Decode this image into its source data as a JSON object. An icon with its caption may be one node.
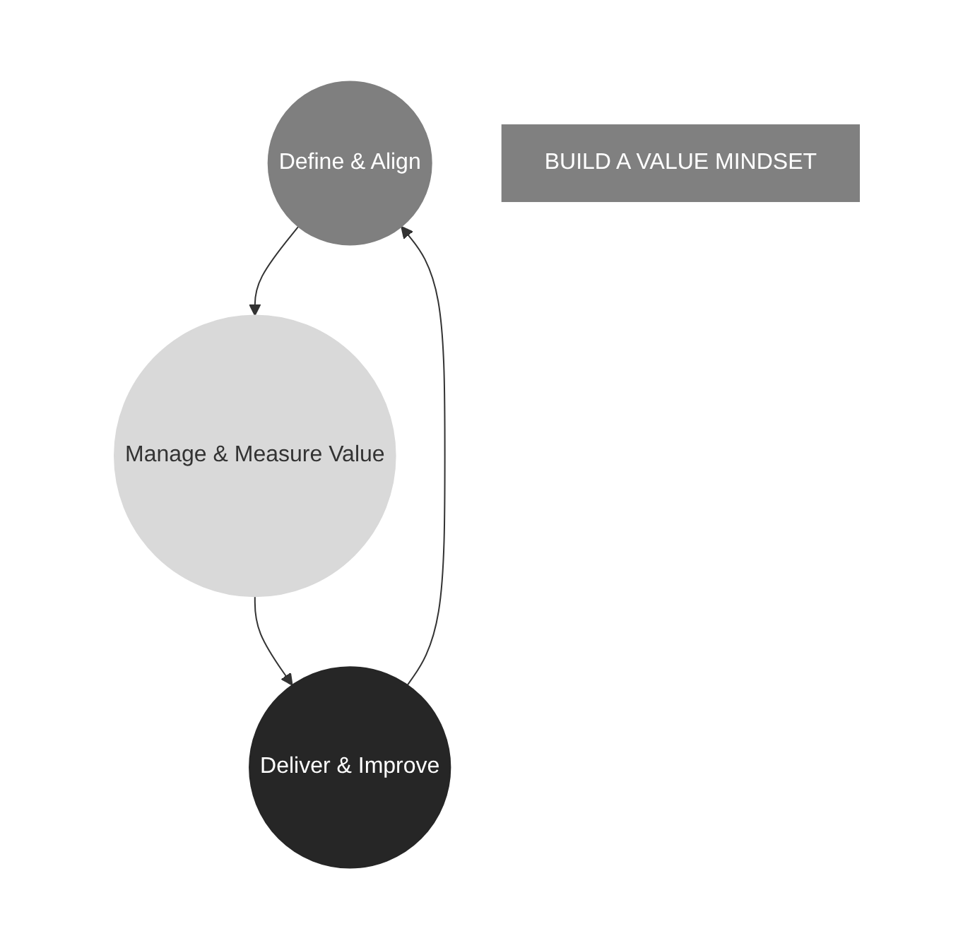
{
  "diagram": {
    "nodes": [
      {
        "text": [
          "Define & Align"
        ]
      },
      {
        "text": [
          "Manage & Measure Value"
        ]
      },
      {
        "text": [
          "Deliver & Improve"
        ]
      },
      {
        "text": [
          "BUILD A VALUE MINDSET"
        ]
      }
    ],
    "edges": [
      {
        "from": 0,
        "to": 1,
        "arrow": "to"
      },
      {
        "from": 1,
        "to": 2,
        "arrow": "to"
      },
      {
        "from": 2,
        "to": 0,
        "arrow": "to"
      }
    ]
  }
}
